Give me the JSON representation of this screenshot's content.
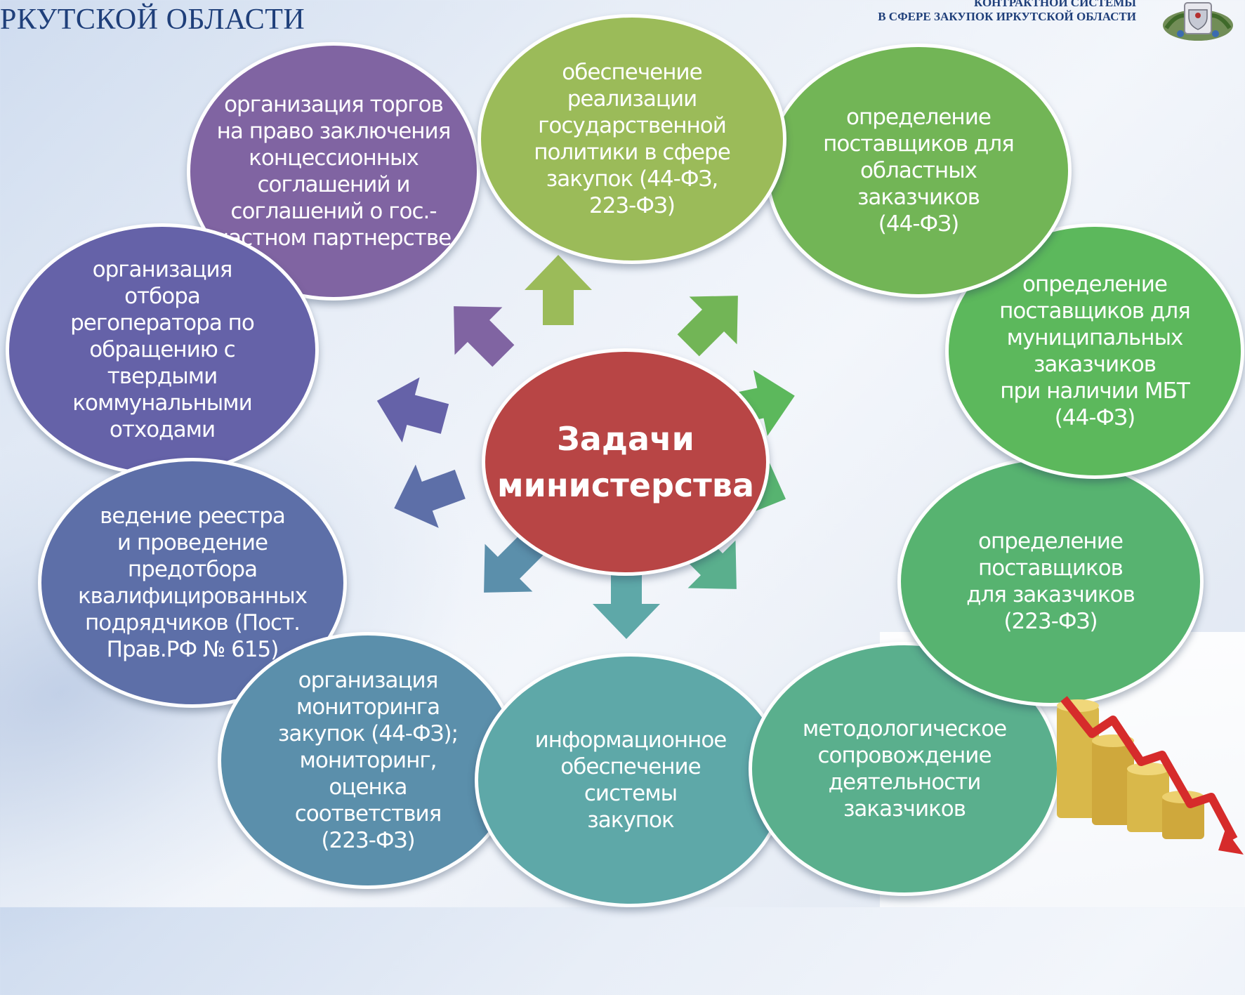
{
  "header": {
    "left_title": "РКУТСКОЙ ОБЛАСТИ",
    "right_line1": "КОНТРАКТНОЙ СИСТЕМЫ",
    "right_line2": "В СФЕРЕ ЗАКУПОК ИРКУТСКОЙ ОБЛАСТИ"
  },
  "center": {
    "label": "Задачи\nминистерства",
    "color": "#b84545"
  },
  "tasks": [
    {
      "label": "обеспечение\nреализации\nгосударственной\nполитики в сфере\nзакупок (44-ФЗ,\n223-ФЗ)",
      "color": "#9bbb59"
    },
    {
      "label": "определение\nпоставщиков для\nобластных\nзаказчиков\n(44-ФЗ)",
      "color": "#72b556"
    },
    {
      "label": "определение\nпоставщиков для\nмуниципальных\nзаказчиков\nпри наличии МБТ\n(44-ФЗ)",
      "color": "#5cb85c"
    },
    {
      "label": "определение\nпоставщиков\nдля заказчиков\n(223-ФЗ)",
      "color": "#57b370"
    },
    {
      "label": "методологическое\nсопровождение\nдеятельности\nзаказчиков",
      "color": "#5aaf8d"
    },
    {
      "label": "информационное\nобеспечение\nсистемы\nзакупок",
      "color": "#5ea8a8"
    },
    {
      "label": "организация\nмониторинга\nзакупок  (44-ФЗ);\nмониторинг,\nоценка\nсоответствия\n(223-ФЗ)",
      "color": "#5b8fab"
    },
    {
      "label": "ведение реестра\nи проведение\nпредотбора\nквалифицированных\nподрядчиков (Пост.\nПрав.РФ № 615)",
      "color": "#5d6fa8"
    },
    {
      "label": "организация\nотбора\nрегоператора по\nобращению с\nтвердыми\nкоммунальными\nотходами",
      "color": "#6562a8"
    },
    {
      "label": "организация торгов\nна право заключения\nконцессионных\nсоглашений и\nсоглашений о гос.-\nчастном партнерстве",
      "color": "#8064a2"
    }
  ],
  "icons": {
    "emblem": "irkutsk-coat-of-arms-icon",
    "coins": "coins-falling-graph-icon"
  }
}
